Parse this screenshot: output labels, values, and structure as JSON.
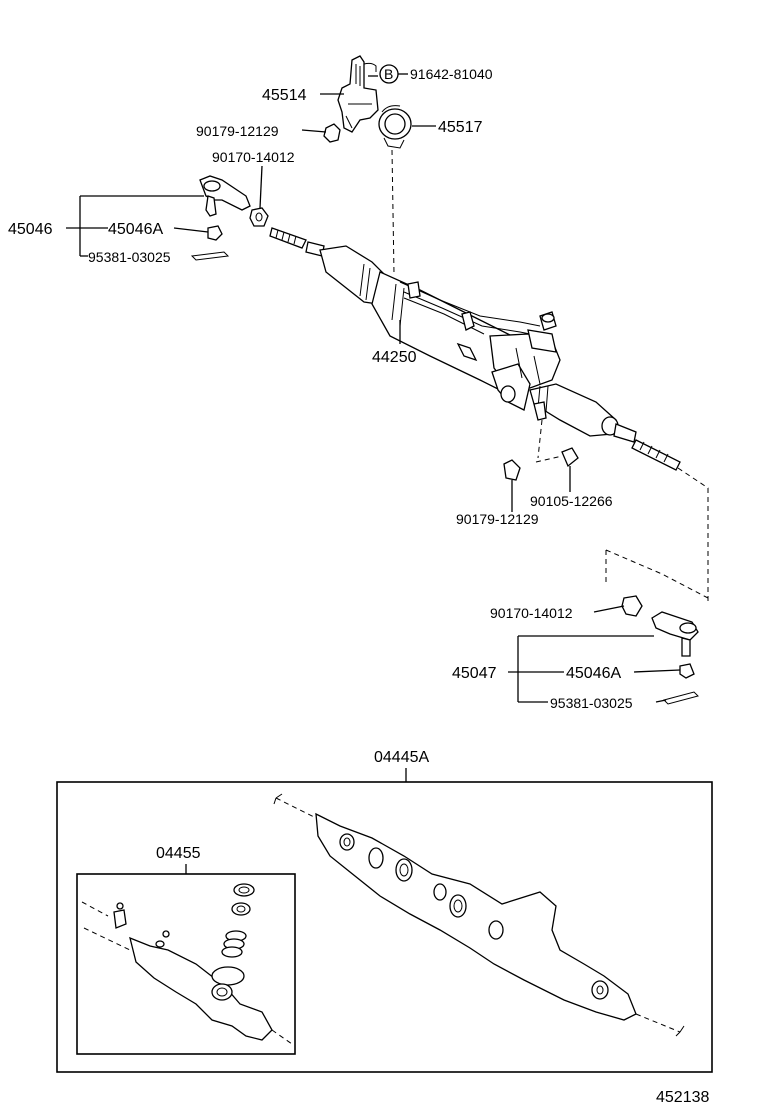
{
  "diagram_id": "452138",
  "labels": {
    "p45514": "45514",
    "p91642": "91642-81040",
    "circle_b": "B",
    "p45517": "45517",
    "p90179_top": "90179-12129",
    "p90170_top": "90170-14012",
    "p45046": "45046",
    "p45046A_top": "45046A",
    "p95381_top": "95381-03025",
    "p44250": "44250",
    "p90105": "90105-12266",
    "p90179_bottom": "90179-12129",
    "p90170_bottom": "90170-14012",
    "p45047": "45047",
    "p45046A_bottom": "45046A",
    "p95381_bottom": "95381-03025",
    "p04445A": "04445A",
    "p04455": "04455"
  }
}
